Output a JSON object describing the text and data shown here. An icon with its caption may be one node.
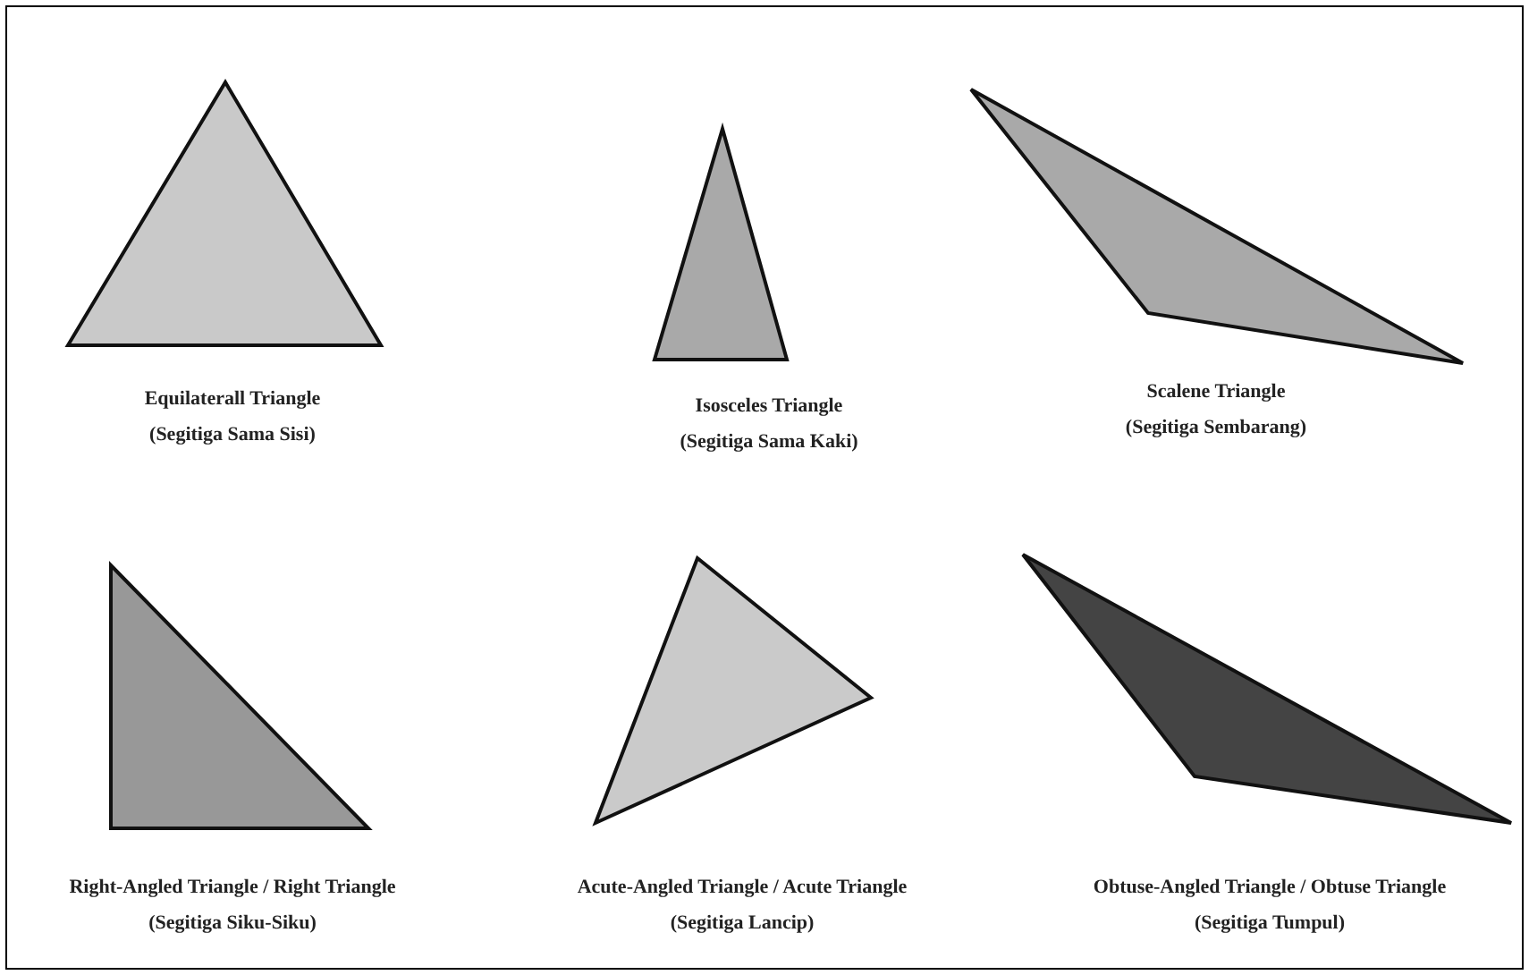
{
  "diagram": {
    "nodes": [
      {
        "text": [
          "Equilaterall Triangle",
          "(Segitiga Sama Sisi)"
        ]
      },
      {
        "text": [
          "Isosceles Triangle",
          "(Segitiga Sama Kaki)"
        ]
      },
      {
        "text": [
          "Scalene Triangle",
          "(Segitiga Sembarang)"
        ]
      },
      {
        "text": [
          "Right-Angled Triangle / Right Triangle",
          "(Segitiga Siku-Siku)"
        ]
      },
      {
        "text": [
          "Acute-Angled Triangle / Acute Triangle",
          "(Segitiga Lancip)"
        ]
      },
      {
        "text": [
          "Obtuse-Angled Triangle / Obtuse Triangle",
          "(Segitiga Tumpul)"
        ]
      }
    ],
    "edges": []
  }
}
